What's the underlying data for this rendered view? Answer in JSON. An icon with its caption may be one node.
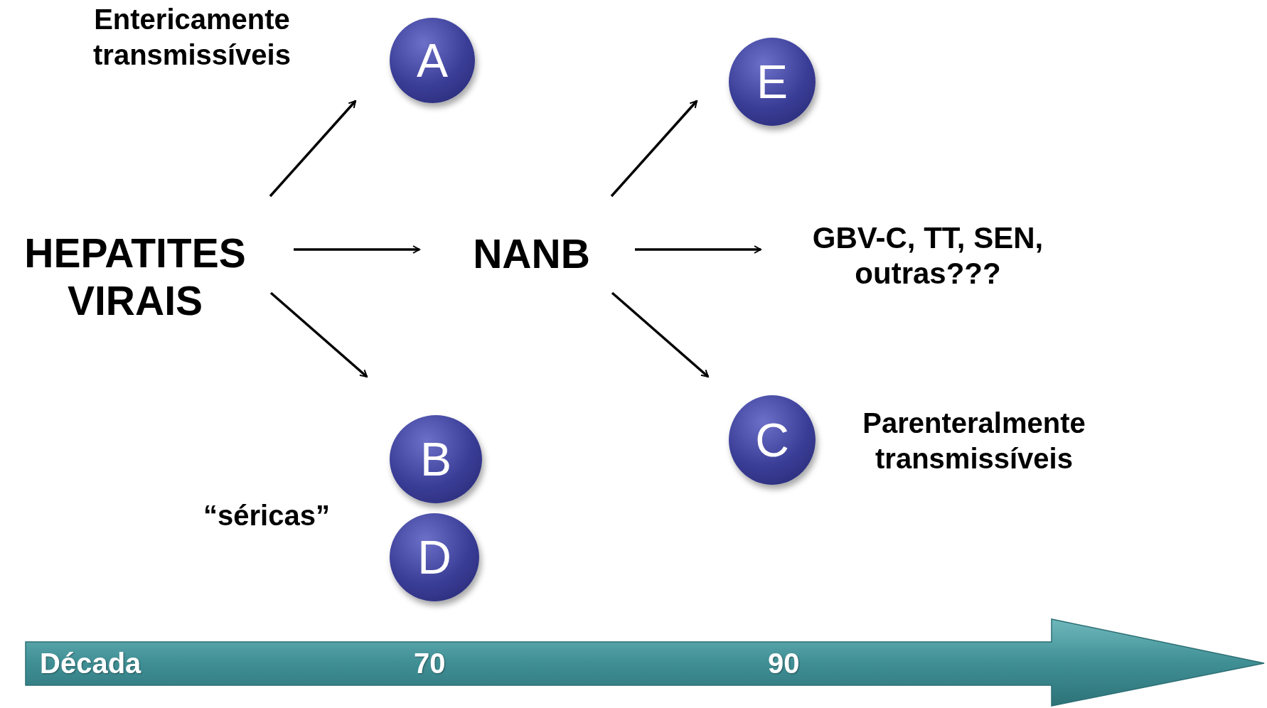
{
  "diagram": {
    "nodes": [
      {
        "text": [
          "HEPATITES VIRAIS"
        ]
      },
      {
        "text": [
          "A"
        ],
        "beside": [
          "Entericamente transmissíveis"
        ]
      },
      {
        "text": [
          "NANB"
        ]
      },
      {
        "text": [
          "B"
        ]
      },
      {
        "text": [
          "D"
        ]
      },
      {
        "text": [
          "E"
        ]
      },
      {
        "text": [
          "GBV-C, TT, SEN, outras???"
        ]
      },
      {
        "text": [
          "C"
        ],
        "beside": [
          "Parenteralmente transmissíveis"
        ]
      },
      {
        "text": [
          "Década",
          "70",
          "90"
        ]
      }
    ],
    "edges": [
      {
        "from": 0,
        "to": 1,
        "arrow": "to"
      },
      {
        "from": 0,
        "to": 2,
        "arrow": "to"
      },
      {
        "from": 0,
        "to": 3,
        "arrow": "to"
      },
      {
        "from": 2,
        "to": 5,
        "arrow": "to"
      },
      {
        "from": 2,
        "to": 6,
        "arrow": "to"
      },
      {
        "from": 2,
        "to": 7,
        "arrow": "to"
      }
    ],
    "labels": [
      "“séricas”"
    ]
  }
}
